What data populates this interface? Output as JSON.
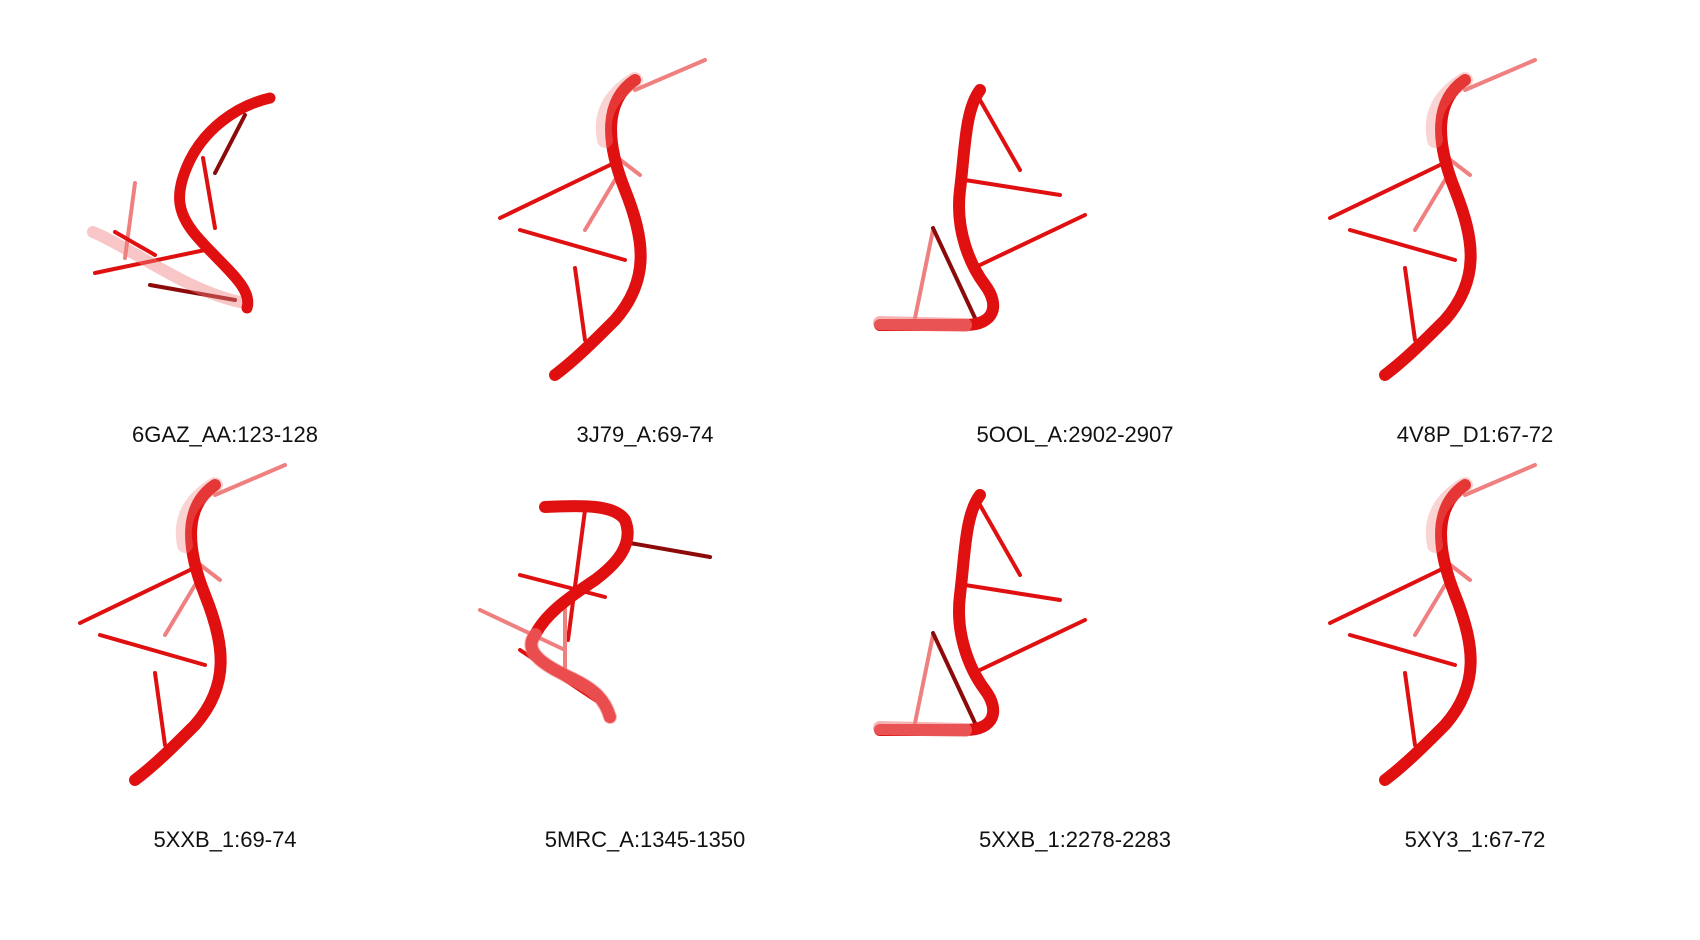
{
  "figure": {
    "strand_color": "#e01010",
    "strand_dark": "#8c0a0a",
    "strand_light": "#f08080",
    "panels": [
      {
        "label": "6GAZ_AA:123-128",
        "shape": "a"
      },
      {
        "label": "3J79_A:69-74",
        "shape": "b"
      },
      {
        "label": "5OOL_A:2902-2907",
        "shape": "c"
      },
      {
        "label": "4V8P_D1:67-72",
        "shape": "b"
      },
      {
        "label": "5XXB_1:69-74",
        "shape": "b"
      },
      {
        "label": "5MRC_A:1345-1350",
        "shape": "d"
      },
      {
        "label": "5XXB_1:2278-2283",
        "shape": "c"
      },
      {
        "label": "5XY3_1:67-72",
        "shape": "b"
      }
    ]
  }
}
